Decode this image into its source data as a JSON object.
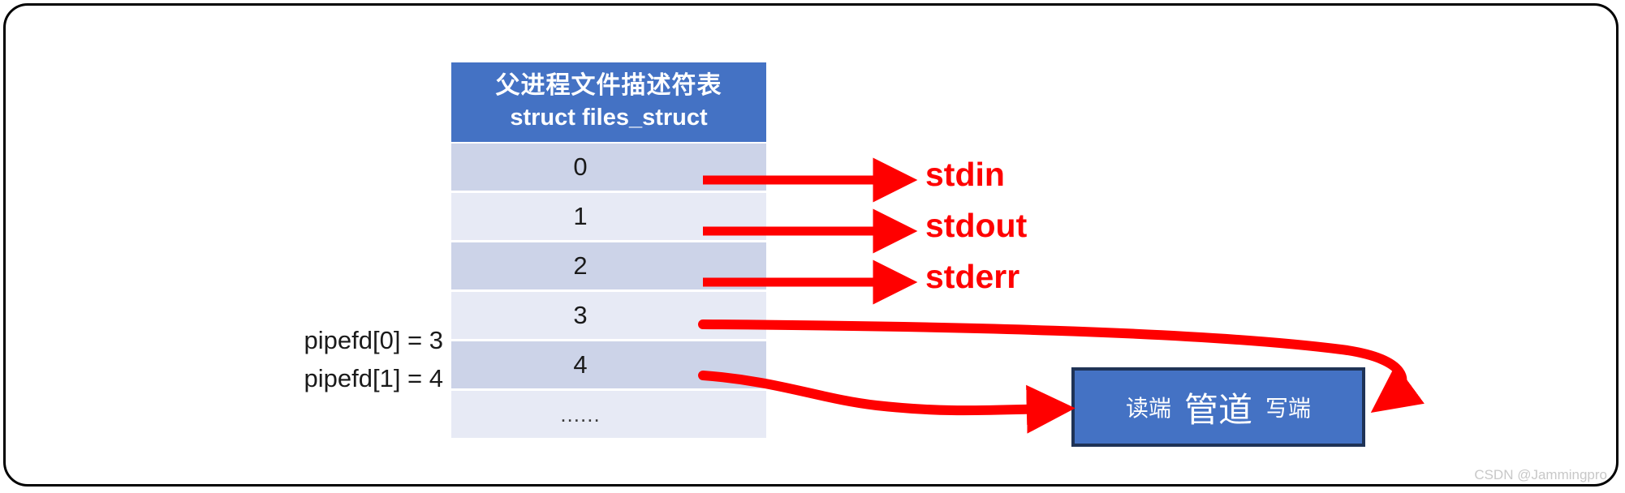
{
  "diagram": {
    "title_cn": "父进程文件描述符表",
    "title_en": "struct files_struct",
    "watermark": "CSDN @Jammingpro"
  },
  "fd_table": {
    "header_cn": "父进程文件描述符表",
    "header_en": "struct files_struct",
    "rows": [
      {
        "label": "0",
        "shade": "dark"
      },
      {
        "label": "1",
        "shade": "light"
      },
      {
        "label": "2",
        "shade": "dark"
      },
      {
        "label": "3",
        "shade": "light"
      },
      {
        "label": "4",
        "shade": "dark"
      },
      {
        "label": "......",
        "shade": "light"
      }
    ]
  },
  "pipefd_labels": {
    "read_fd": "pipefd[0] = 3",
    "write_fd": "pipefd[1] = 4"
  },
  "stream_labels": {
    "stdin": "stdin",
    "stdout": "stdout",
    "stderr": "stderr"
  },
  "pipe_box": {
    "read_end": "读端",
    "name": "管道",
    "write_end": "写端"
  },
  "colors": {
    "header_blue": "#4472c4",
    "pipe_border": "#1f3356",
    "row_dark": "#ccd3e8",
    "row_light": "#e7eaf5",
    "arrow_red": "#ff0000",
    "frame_black": "#000000",
    "watermark_gray": "#c8c8c8"
  },
  "connections": [
    {
      "from": "fd 0",
      "to": "stdin",
      "style": "straight-arrow"
    },
    {
      "from": "fd 1",
      "to": "stdout",
      "style": "straight-arrow"
    },
    {
      "from": "fd 2",
      "to": "stderr",
      "style": "straight-arrow"
    },
    {
      "from": "fd 3",
      "to": "管道 写端",
      "style": "curved-arrow-around-right"
    },
    {
      "from": "fd 4",
      "to": "管道 读端",
      "style": "curved-arrow-wavy"
    }
  ]
}
